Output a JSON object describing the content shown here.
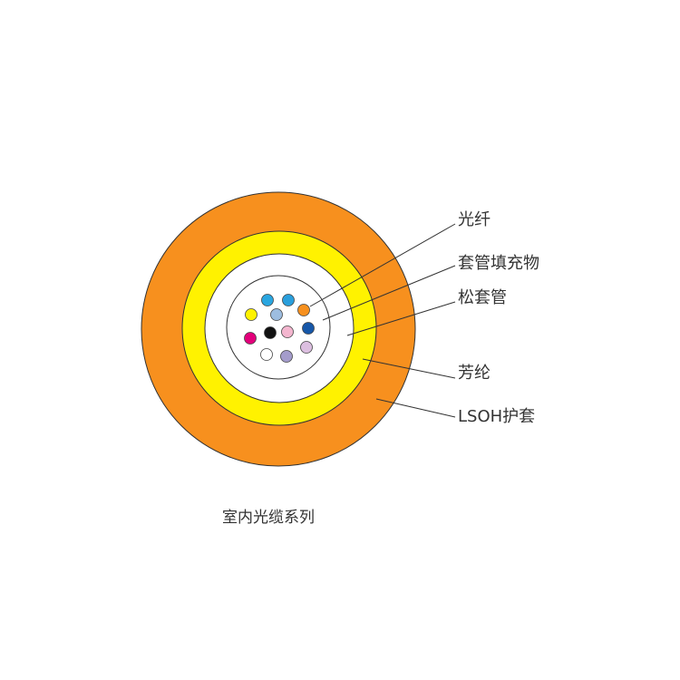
{
  "labels": {
    "fiber": "光纤",
    "tube_filler": "套管填充物",
    "loose_tube": "松套管",
    "aramid": "芳纶",
    "jacket": "LSOH护套"
  },
  "caption": "室内光缆系列",
  "colors": {
    "jacket": "#f7901e",
    "aramid": "#fff200",
    "filler": "#ffffff",
    "outline": "#333333"
  },
  "fibers": [
    "#2aa6e0",
    "#2a9fdc",
    "#fff200",
    "#9dbde0",
    "#f7901e",
    "#1657a8",
    "#e2007a",
    "#111111",
    "#f4b6cf",
    "#dcbfe0",
    "#ffffff",
    "#a49ccb"
  ]
}
